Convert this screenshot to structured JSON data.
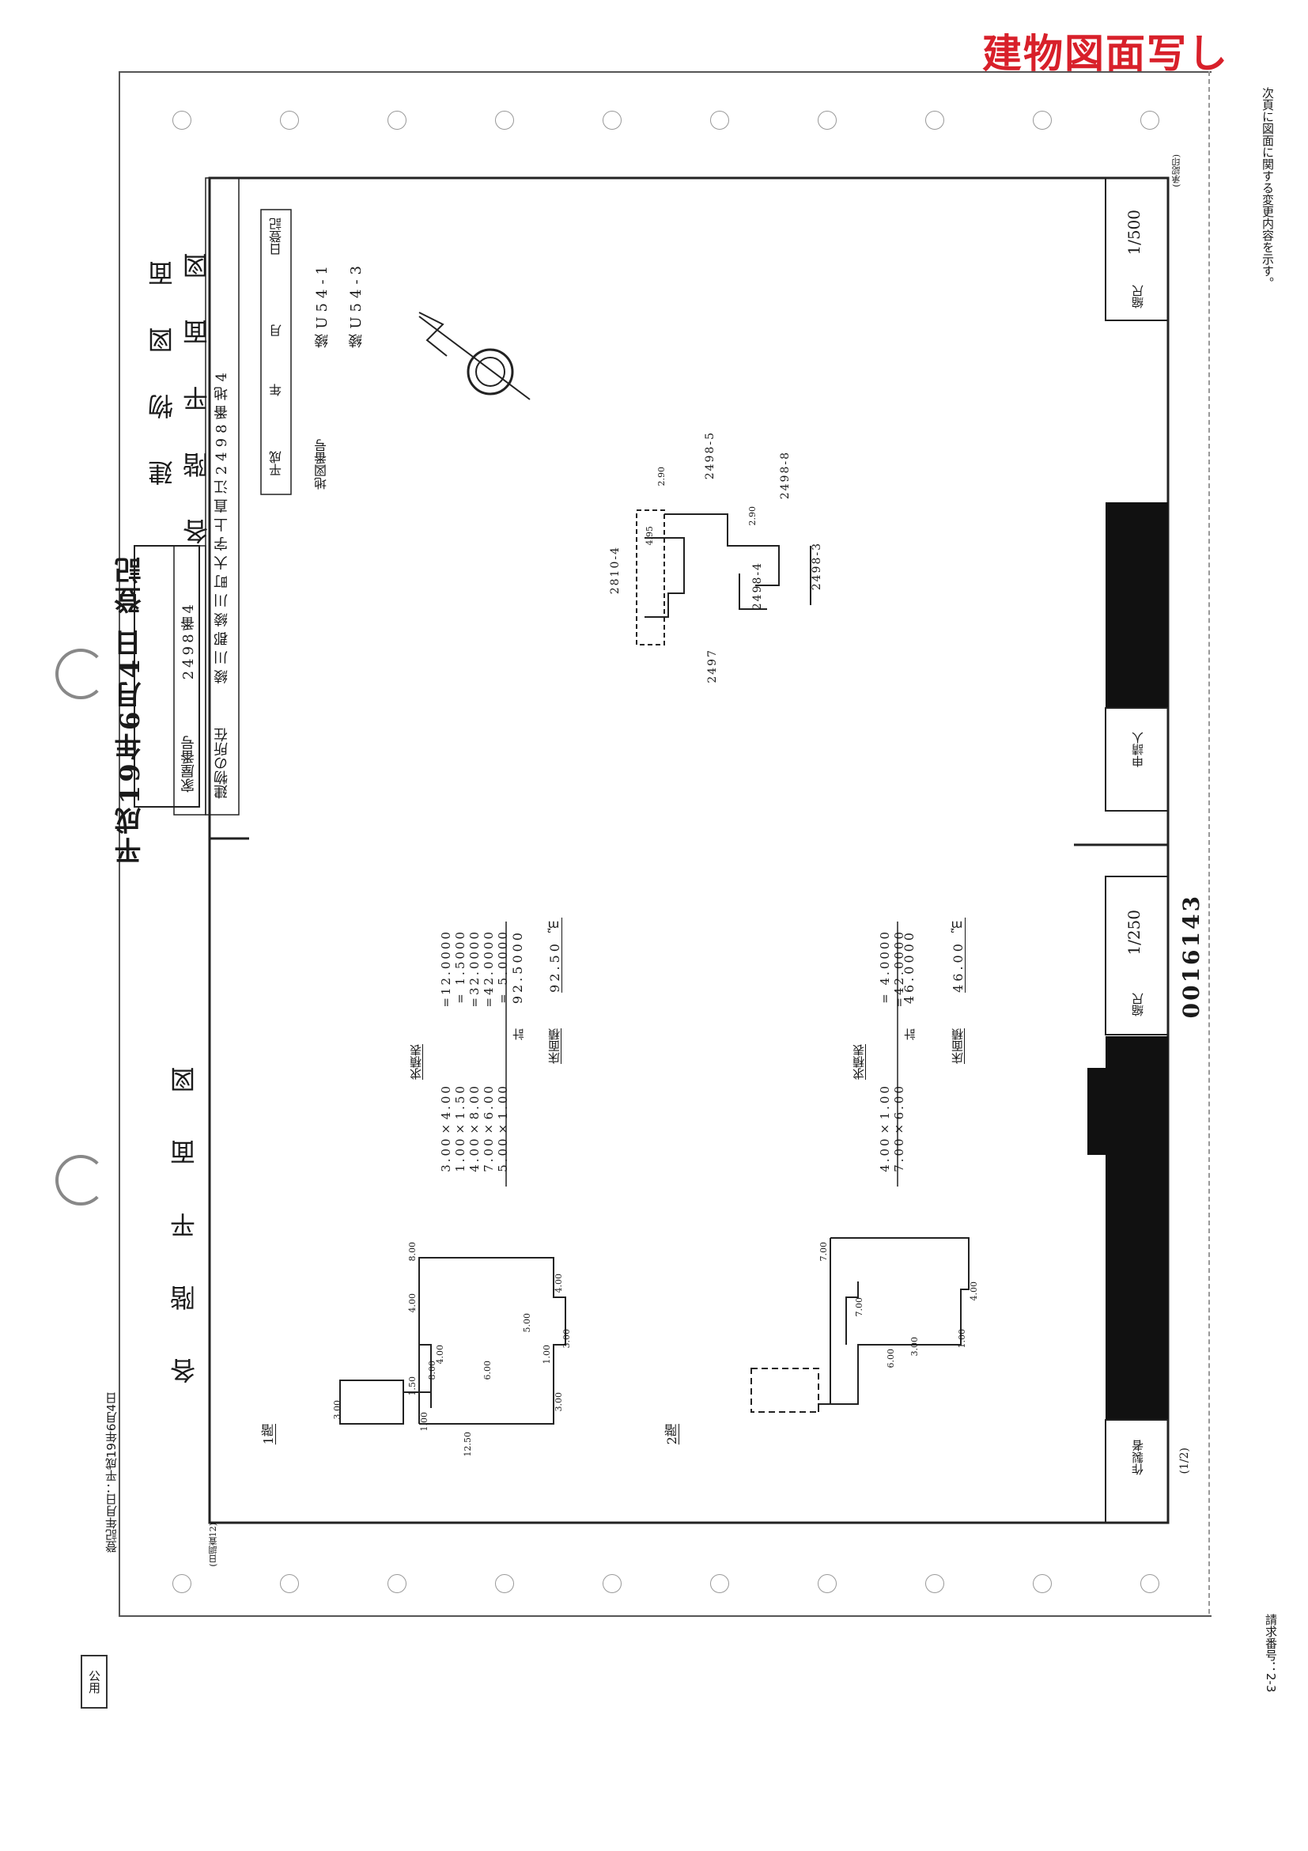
{
  "stamp": "建物図面写し",
  "public_label": "公用",
  "side_note_right": "次頁に図面に関する変更内容を示す。",
  "side_note_left": "登記年月日：平成19年6月4日",
  "request_number": "請求番号：2-3",
  "page_number": "(1/2)",
  "registration_banner": "平成19年6月4日 登記",
  "header": {
    "house_number_label": "家屋番号",
    "house_number": "2498番4",
    "location_label": "建物の所在",
    "location": "綾川郡綾川町大字上直江2498番地4"
  },
  "building_plan": {
    "title_line1": "建　物　図　面",
    "title_line2": "各　階　平　面　図",
    "date_box": [
      "平成",
      "年",
      "月",
      "日登記"
    ],
    "map_label": "地図番号",
    "map_numbers": [
      "綾U54-1",
      "綾U54-3"
    ],
    "scale_label": "縮尺",
    "scale": "1/500",
    "parcels": [
      "2498-5",
      "2498-8",
      "2810-4",
      "2498-4",
      "2498-3",
      "2497"
    ],
    "dims": [
      "2.90",
      "2.90",
      "4.95"
    ]
  },
  "floor_plan": {
    "title": "各　階　平　面　図",
    "scale_label": "縮尺",
    "scale": "1/250",
    "serial": "0016143",
    "applicant_label": "申請人",
    "maker_label": "作製者",
    "floor1": {
      "label": "1階",
      "calc_title": "求積表",
      "rows": [
        {
          "expr": "3.00×4.00",
          "value": "=12.0000"
        },
        {
          "expr": "1.00×1.50",
          "value": "= 1.5000"
        },
        {
          "expr": "4.00×8.00",
          "value": "=32.0000"
        },
        {
          "expr": "7.00×6.00",
          "value": "=42.0000"
        },
        {
          "expr": "5.00×1.00",
          "value": "= 5.0000"
        }
      ],
      "total_label": "計",
      "total": "92.5000",
      "floor_area_label": "床面積",
      "floor_area": "92.50 ㎡",
      "dims": [
        "8.00",
        "4.00",
        "4.00",
        "5.00",
        "3.00",
        "4.00",
        "3.00",
        "1.50",
        "1.00",
        "12.50",
        "8.00",
        "6.00",
        "1.00",
        "3.00"
      ]
    },
    "floor2": {
      "label": "2階",
      "calc_title": "求積表",
      "rows": [
        {
          "expr": "4.00×1.00",
          "value": "= 4.0000"
        },
        {
          "expr": "7.00×6.00",
          "value": "=42.0000"
        }
      ],
      "total_label": "計",
      "total": "46.0000",
      "floor_area_label": "床面積",
      "floor_area": "46.00 ㎡",
      "dims": [
        "7.00",
        "4.00",
        "7.00",
        "1.00",
        "3.00",
        "6.00"
      ]
    }
  },
  "margin_labels": {
    "bottom_right": "(承認印)",
    "bottom_left": "(日調査12)"
  }
}
